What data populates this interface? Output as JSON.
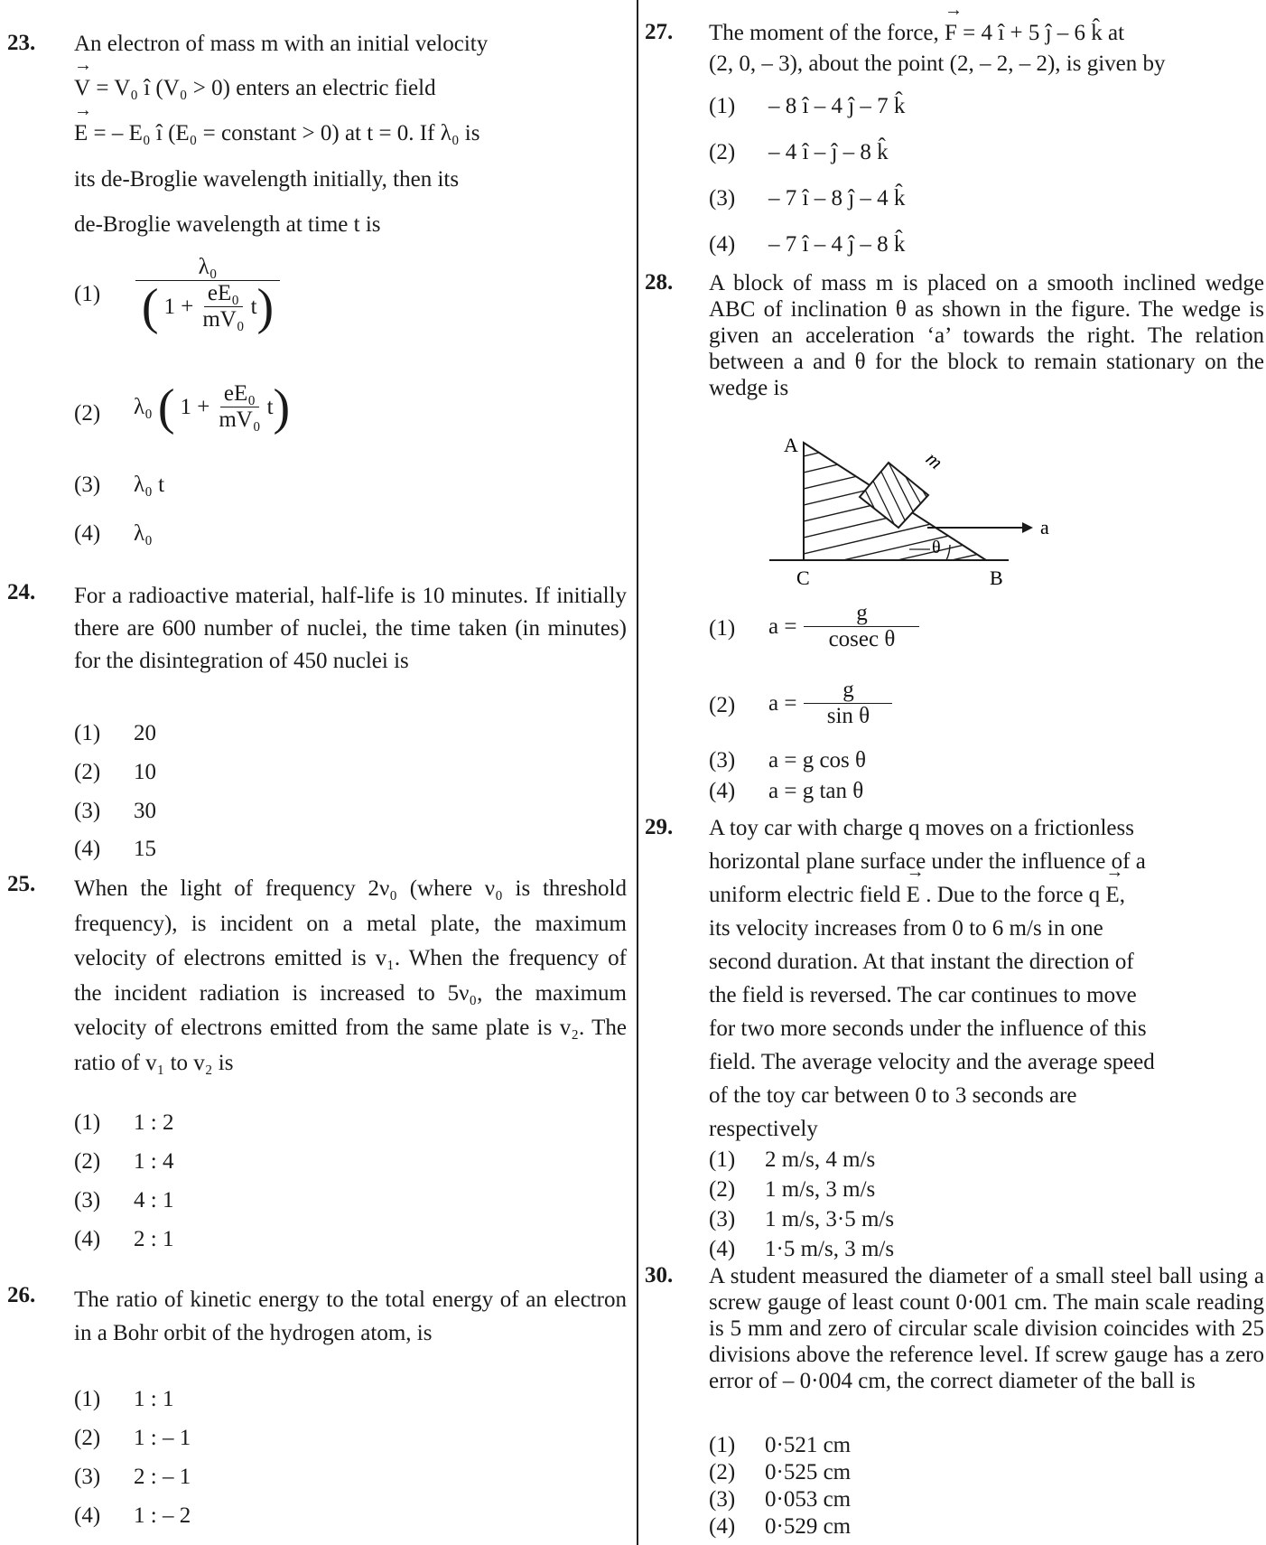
{
  "q23": {
    "number": "23.",
    "line1": "An electron of mass m with an initial velocity",
    "line2": "= V₀ î (V₀ > 0) enters an electric field",
    "line3": "= – E₀ î (E₀ = constant > 0) at t = 0. If λ₀ is",
    "line4": "its de-Broglie wavelength initially, then its",
    "line5": "de-Broglie wavelength at time t is",
    "opt_labels": [
      "(1)",
      "(2)",
      "(3)",
      "(4)"
    ],
    "opt1_num": "λ₀",
    "frac_num": "eE₀",
    "frac_den": "mV₀",
    "opt2_prefix": "λ₀",
    "opt3": "λ₀ t",
    "opt4": "λ₀"
  },
  "q24": {
    "number": "24.",
    "text": "For a radioactive material, half-life is 10 minutes. If initially there are 600 number of nuclei, the time taken (in minutes) for the disintegration of 450 nuclei is",
    "options": [
      {
        "label": "(1)",
        "value": "20"
      },
      {
        "label": "(2)",
        "value": "10"
      },
      {
        "label": "(3)",
        "value": "30"
      },
      {
        "label": "(4)",
        "value": "15"
      }
    ]
  },
  "q25": {
    "number": "25.",
    "text": "When the light of frequency 2ν₀ (where ν₀ is threshold frequency), is incident on a metal plate, the maximum velocity of electrons emitted is v₁. When the frequency of the incident radiation is increased to 5ν₀, the maximum velocity of electrons emitted from the same plate is v₂. The ratio of v₁ to v₂ is",
    "options": [
      {
        "label": "(1)",
        "value": "1 : 2"
      },
      {
        "label": "(2)",
        "value": "1 : 4"
      },
      {
        "label": "(3)",
        "value": "4 : 1"
      },
      {
        "label": "(4)",
        "value": "2 : 1"
      }
    ]
  },
  "q26": {
    "number": "26.",
    "text": "The ratio of kinetic energy to the total energy of an electron in a Bohr orbit of the hydrogen atom, is",
    "options": [
      {
        "label": "(1)",
        "value": "1 : 1"
      },
      {
        "label": "(2)",
        "value": "1 : – 1"
      },
      {
        "label": "(3)",
        "value": "2 : – 1"
      },
      {
        "label": "(4)",
        "value": "1 : – 2"
      }
    ]
  },
  "q27": {
    "number": "27.",
    "line1a": "The moment of the force,",
    "line1b": "= 4 î + 5 ĵ – 6 k̂ at",
    "line2": "(2, 0, – 3), about the point (2, – 2, – 2), is given by",
    "options": [
      {
        "label": "(1)",
        "value": "– 8 î – 4 ĵ – 7 k̂"
      },
      {
        "label": "(2)",
        "value": "– 4 î – ĵ – 8 k̂"
      },
      {
        "label": "(3)",
        "value": "– 7 î – 8 ĵ – 4 k̂"
      },
      {
        "label": "(4)",
        "value": "– 7 î – 4 ĵ – 8 k̂"
      }
    ]
  },
  "q28": {
    "number": "28.",
    "text": "A block of mass m is placed on a smooth inclined wedge ABC of inclination θ as shown in the figure. The wedge is given an acceleration ‘a’ towards the right. The relation between a and θ for the block to remain stationary on the wedge is",
    "figure": {
      "A": "A",
      "B": "B",
      "C": "C",
      "m": "m",
      "a": "a",
      "theta": "θ"
    },
    "opt_labels": [
      "(1)",
      "(2)",
      "(3)",
      "(4)"
    ],
    "a_eq": "a =",
    "g": "g",
    "den1": "cosec θ",
    "den2": "sin θ",
    "opt3": "a = g cos θ",
    "opt4": "a = g tan θ"
  },
  "q29": {
    "number": "29.",
    "line1": "A toy car with charge q moves on a frictionless",
    "line2": "horizontal plane surface under the influence of a",
    "line3a": "uniform electric field",
    "line3b": ". Due to the force q",
    "line3c": ",",
    "line4": "its velocity increases from 0 to 6 m/s in one",
    "line5": "second duration. At that instant the direction of",
    "line6": "the field is reversed. The car continues to move",
    "line7": "for two more seconds under the influence of this",
    "line8": "field. The average velocity and the average speed",
    "line9": "of the toy car between 0 to 3 seconds are",
    "line10": "respectively",
    "options": [
      {
        "label": "(1)",
        "value": "2 m/s,  4 m/s"
      },
      {
        "label": "(2)",
        "value": "1 m/s,  3 m/s"
      },
      {
        "label": "(3)",
        "value": "1 m/s,  3·5 m/s"
      },
      {
        "label": "(4)",
        "value": "1·5 m/s,  3 m/s"
      }
    ]
  },
  "q30": {
    "number": "30.",
    "text": "A student measured the diameter of a small steel ball using a screw gauge of least count 0·001 cm. The main scale reading is 5 mm and zero of circular scale division coincides with 25 divisions above the reference level. If screw gauge has a zero error of – 0·004 cm, the correct diameter of the ball is",
    "options": [
      {
        "label": "(1)",
        "value": "0·521 cm"
      },
      {
        "label": "(2)",
        "value": "0·525 cm"
      },
      {
        "label": "(3)",
        "value": "0·053 cm"
      },
      {
        "label": "(4)",
        "value": "0·529 cm"
      }
    ]
  },
  "vec": {
    "V": "V",
    "E": "E",
    "F": "F",
    "arrow": "→"
  }
}
